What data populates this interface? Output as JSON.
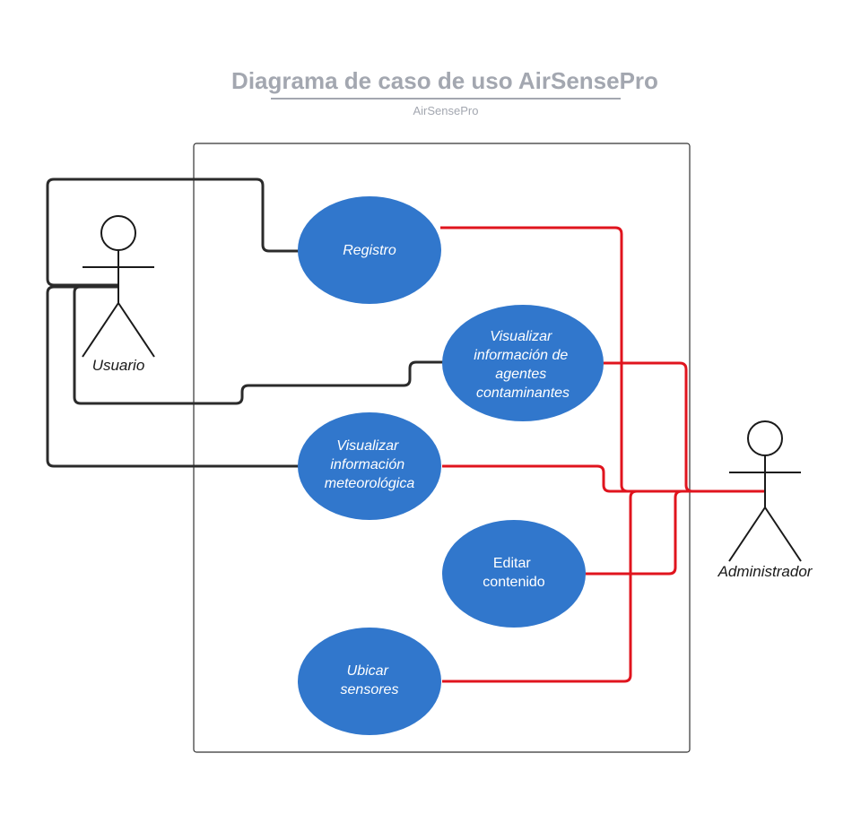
{
  "title": "Diagrama de caso de uso AirSensePro",
  "subtitle": "AirSensePro",
  "actors": {
    "usuario": "Usuario",
    "administrador": "Administrador"
  },
  "use_cases": {
    "registro": [
      "Registro"
    ],
    "visualizar_agentes": [
      "Visualizar",
      "información de",
      "agentes",
      "contaminantes"
    ],
    "visualizar_meteo": [
      "Visualizar",
      "información",
      "meteorológica"
    ],
    "editar": [
      "Editar",
      "contenido"
    ],
    "ubicar": [
      "Ubicar",
      "sensores"
    ]
  },
  "colors": {
    "use_case_fill": "#3177cc",
    "usuario_links": "#2b2b2b",
    "administrador_links": "#e0141e",
    "title": "#a3a7b0"
  }
}
